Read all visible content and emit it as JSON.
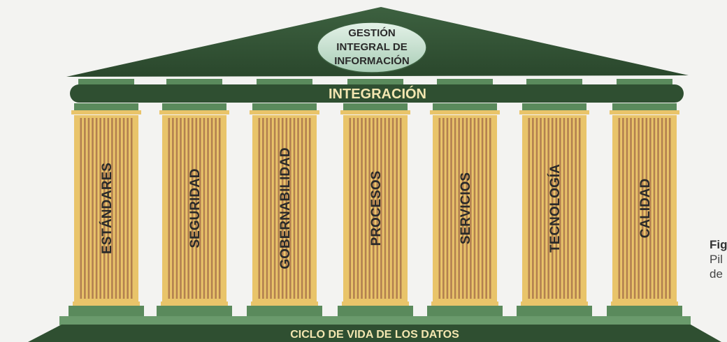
{
  "roof_title": {
    "lines": [
      "GESTIÓN",
      "INTEGRAL DE",
      "INFORMACIÓN"
    ]
  },
  "beam_label": "INTEGRACIÓN",
  "base_label": "CICLO DE VIDA DE LOS DATOS",
  "pillars": [
    {
      "label": "ESTÁNDARES"
    },
    {
      "label": "SEGURIDAD"
    },
    {
      "label": "GOBERNABILIDAD"
    },
    {
      "label": "PROCESOS"
    },
    {
      "label": "SERVICIOS"
    },
    {
      "label": "TECNOLOGÍA"
    },
    {
      "label": "CALIDAD"
    }
  ],
  "caption": {
    "fig_label": "Fig",
    "line1": "Pil",
    "line2": "de"
  },
  "colors": {
    "roof": "#2f4f31",
    "beam": "#2f4f31",
    "capital": "#5a8a5c",
    "shaft": "#e9c46a",
    "flute": "#a06a48",
    "oval": "#c8e2cf",
    "text_light": "#f3e6b0",
    "text_dark": "#2a2a2a"
  }
}
